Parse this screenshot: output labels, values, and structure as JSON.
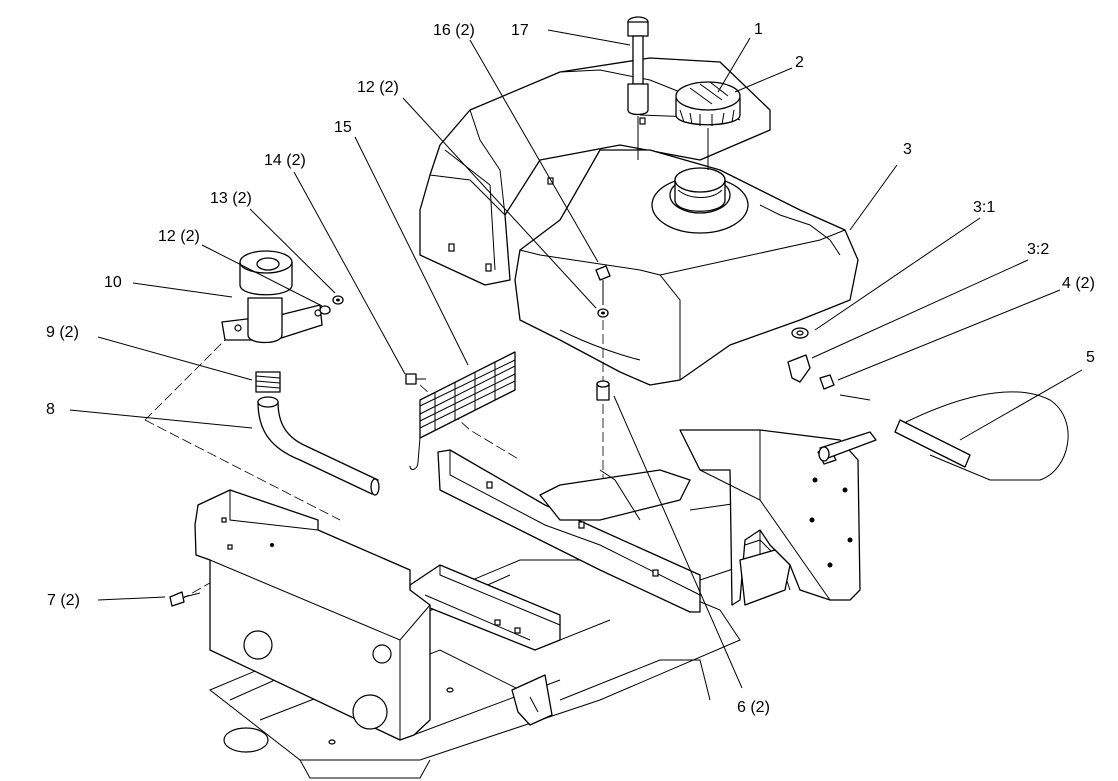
{
  "diagram": {
    "callouts": [
      {
        "id": "c1",
        "text": "1"
      },
      {
        "id": "c2",
        "text": "2"
      },
      {
        "id": "c3",
        "text": "3"
      },
      {
        "id": "c3_1",
        "text": "3:1"
      },
      {
        "id": "c3_2",
        "text": "3:2"
      },
      {
        "id": "c4",
        "text": "4 (2)"
      },
      {
        "id": "c5",
        "text": "5"
      },
      {
        "id": "c6",
        "text": "6 (2)"
      },
      {
        "id": "c7",
        "text": "7 (2)"
      },
      {
        "id": "c8",
        "text": "8"
      },
      {
        "id": "c9",
        "text": "9 (2)"
      },
      {
        "id": "c10",
        "text": "10"
      },
      {
        "id": "c12a",
        "text": "12 (2)"
      },
      {
        "id": "c12b",
        "text": "12 (2)"
      },
      {
        "id": "c13",
        "text": "13 (2)"
      },
      {
        "id": "c14",
        "text": "14 (2)"
      },
      {
        "id": "c15",
        "text": "15"
      },
      {
        "id": "c16",
        "text": "16 (2)"
      },
      {
        "id": "c17",
        "text": "17"
      }
    ]
  }
}
